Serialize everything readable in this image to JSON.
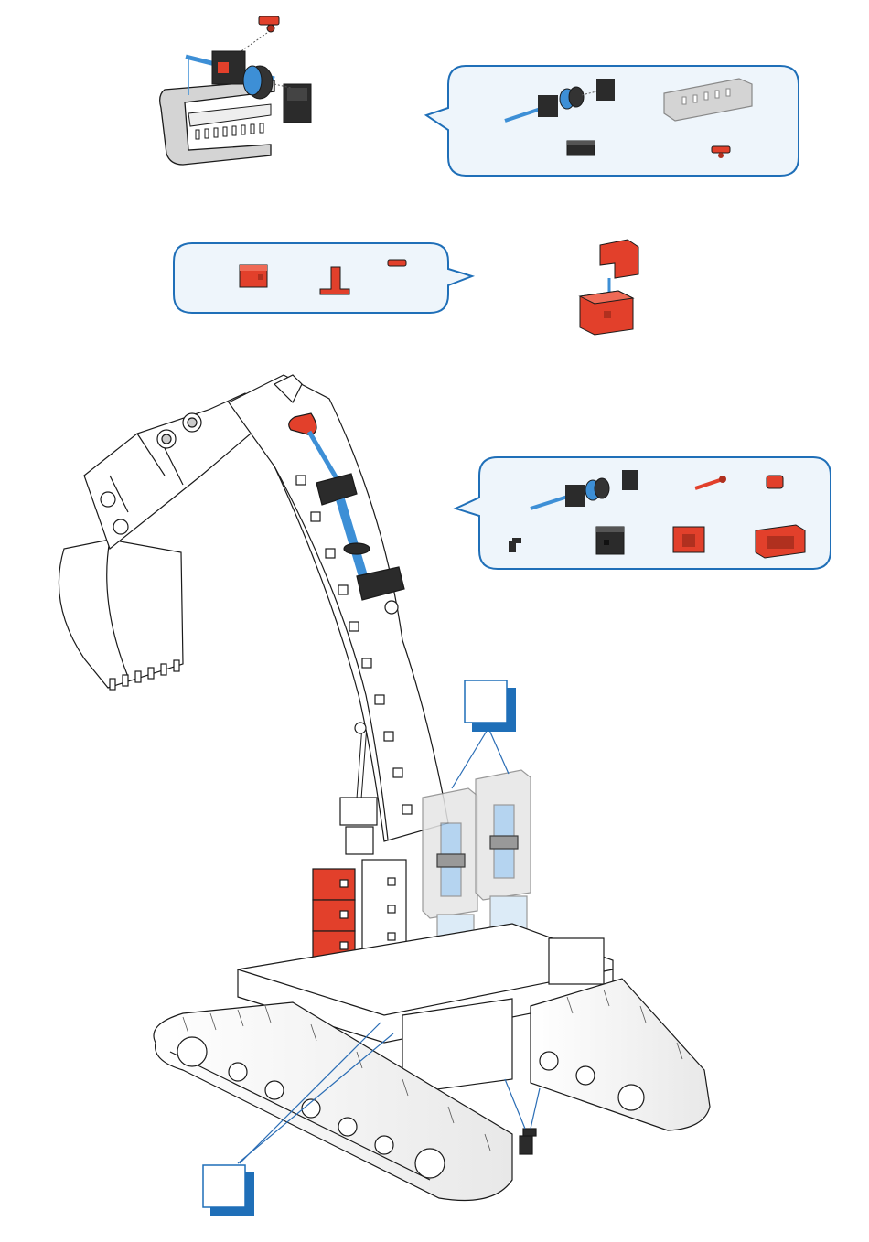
{
  "page": {
    "title": "",
    "step_labels": []
  },
  "colors": {
    "background": "#ffffff",
    "callout_fill": "#eef5fb",
    "callout_stroke": "#1f6fb8",
    "part_red": "#e2402b",
    "part_red_dark": "#b0301f",
    "part_black": "#2b2b2b",
    "part_blue": "#3d8fd6",
    "part_grey": "#c9c9c9",
    "part_orange_ghost": "#f2a27e",
    "outline": "#1a1a1a",
    "label_box_accent": "#1f6fb8"
  },
  "callouts": [
    {
      "id": "callout-1",
      "parts": [
        "cylinder-assembly-icon",
        "jaw-bracket-icon",
        "black-block-icon",
        "red-clip-icon"
      ]
    },
    {
      "id": "callout-2",
      "parts": [
        "red-cube-icon",
        "red-angle-bracket-icon",
        "red-clip-icon"
      ]
    },
    {
      "id": "callout-3",
      "parts": [
        "cylinder-assembly-icon",
        "red-screw-icon",
        "red-clip-icon",
        "black-plug-icon",
        "black-cube-icon",
        "red-cube-icon",
        "red-frame-icon"
      ]
    }
  ],
  "sub_assemblies": [
    "cylinder-jaw-subassembly",
    "red-bracket-subassembly"
  ],
  "main_model": "crawler-excavator-model",
  "reference_boxes": [
    "reference-box-top",
    "reference-box-bottom"
  ]
}
